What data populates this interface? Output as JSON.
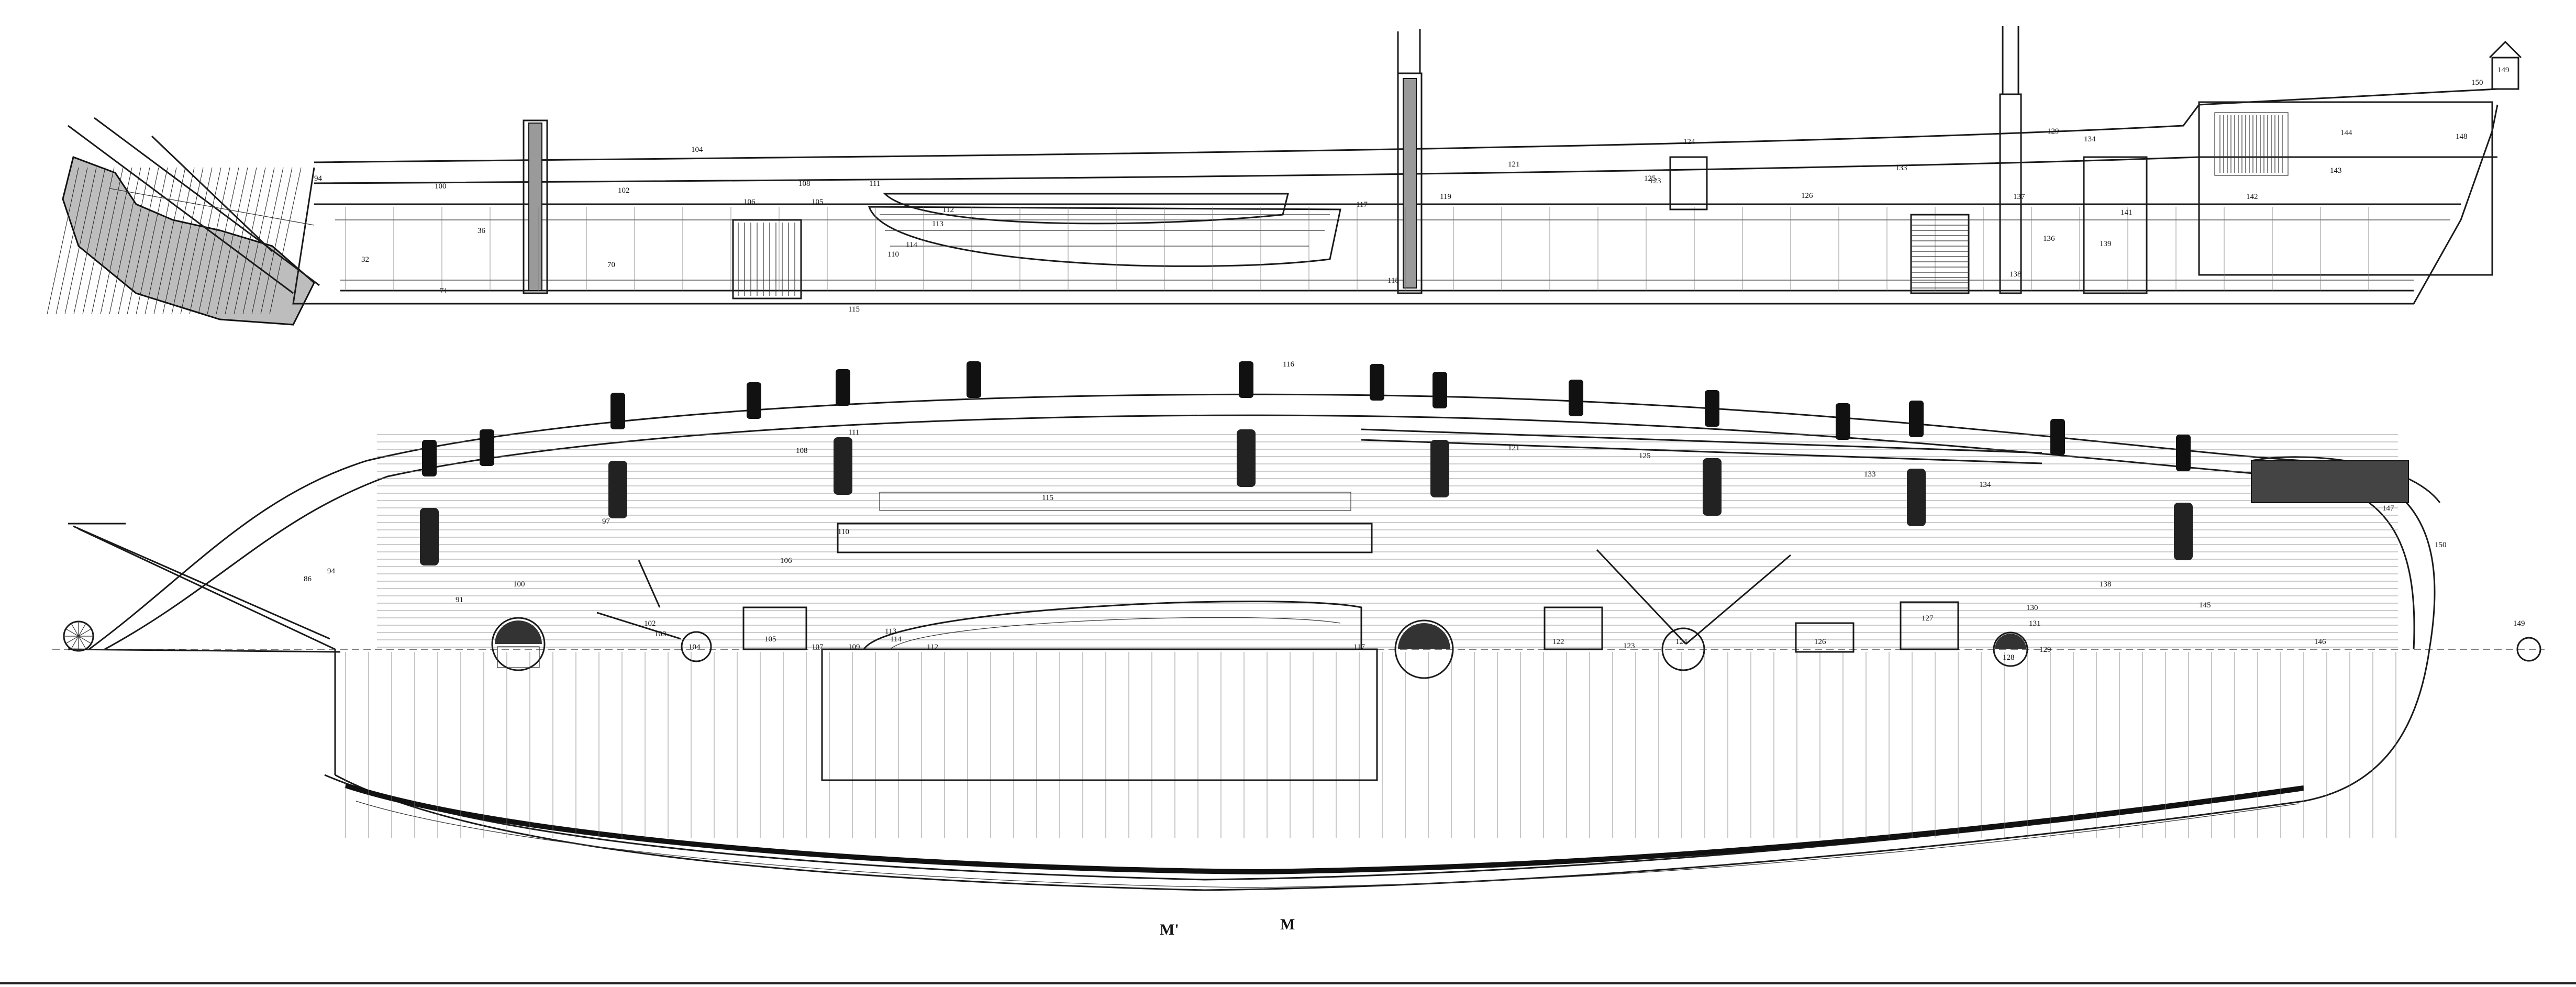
{
  "drawing": {
    "profile_labels": [
      "94",
      "100",
      "102",
      "104",
      "105",
      "106",
      "108",
      "110",
      "111",
      "112",
      "113",
      "114",
      "115",
      "117",
      "118",
      "119",
      "121",
      "123",
      "124",
      "125",
      "126",
      "129",
      "133",
      "134",
      "136",
      "137",
      "138",
      "139",
      "141",
      "142",
      "143",
      "144",
      "148",
      "149",
      "150",
      "32",
      "36",
      "70",
      "71"
    ],
    "plan_labels": [
      "86",
      "91",
      "94",
      "97",
      "100",
      "102",
      "103",
      "104",
      "105",
      "106",
      "107",
      "108",
      "109",
      "110",
      "111",
      "112",
      "113",
      "114",
      "115",
      "116",
      "117",
      "121",
      "122",
      "123",
      "124",
      "125",
      "126",
      "127",
      "128",
      "129",
      "130",
      "131",
      "133",
      "134",
      "138",
      "145",
      "146",
      "147",
      "149",
      "150"
    ],
    "midship_marks": [
      "M'",
      "M"
    ]
  }
}
